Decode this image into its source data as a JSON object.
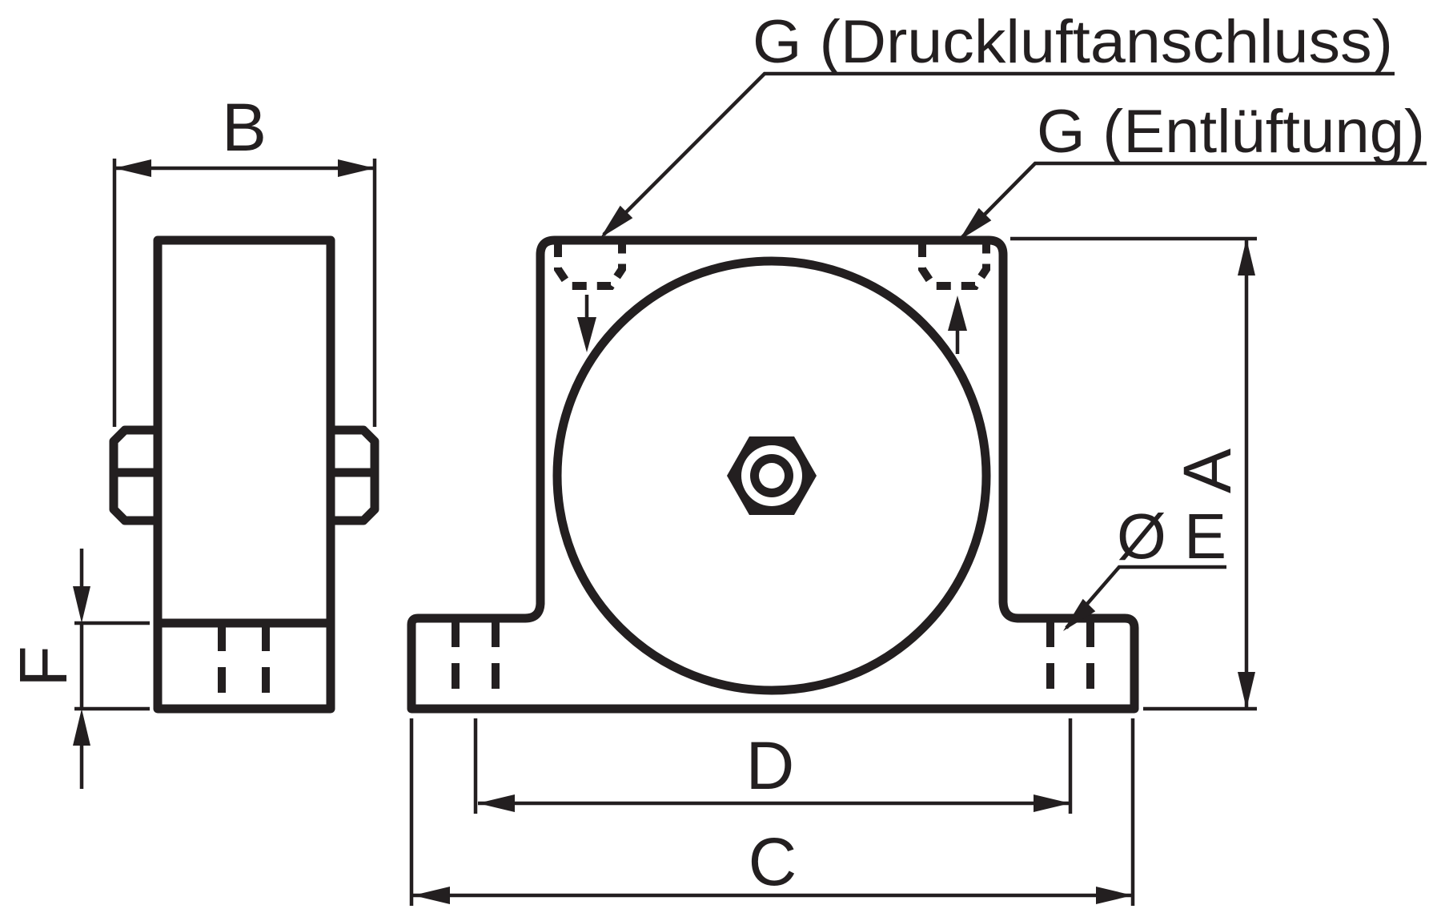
{
  "drawing": {
    "type": "technical-dimension-drawing",
    "language": "de",
    "callouts": {
      "supply_port": "G (Druckluftanschluss)",
      "vent_port": "G (Entlüftung)"
    },
    "dimensions": {
      "a": "A",
      "b": "B",
      "c": "C",
      "d": "D",
      "e": "Ø E",
      "f": "F"
    },
    "colors": {
      "ink": "#231f20",
      "background": "#ffffff"
    },
    "views": {
      "left": "side-view",
      "right": "front-view"
    }
  }
}
